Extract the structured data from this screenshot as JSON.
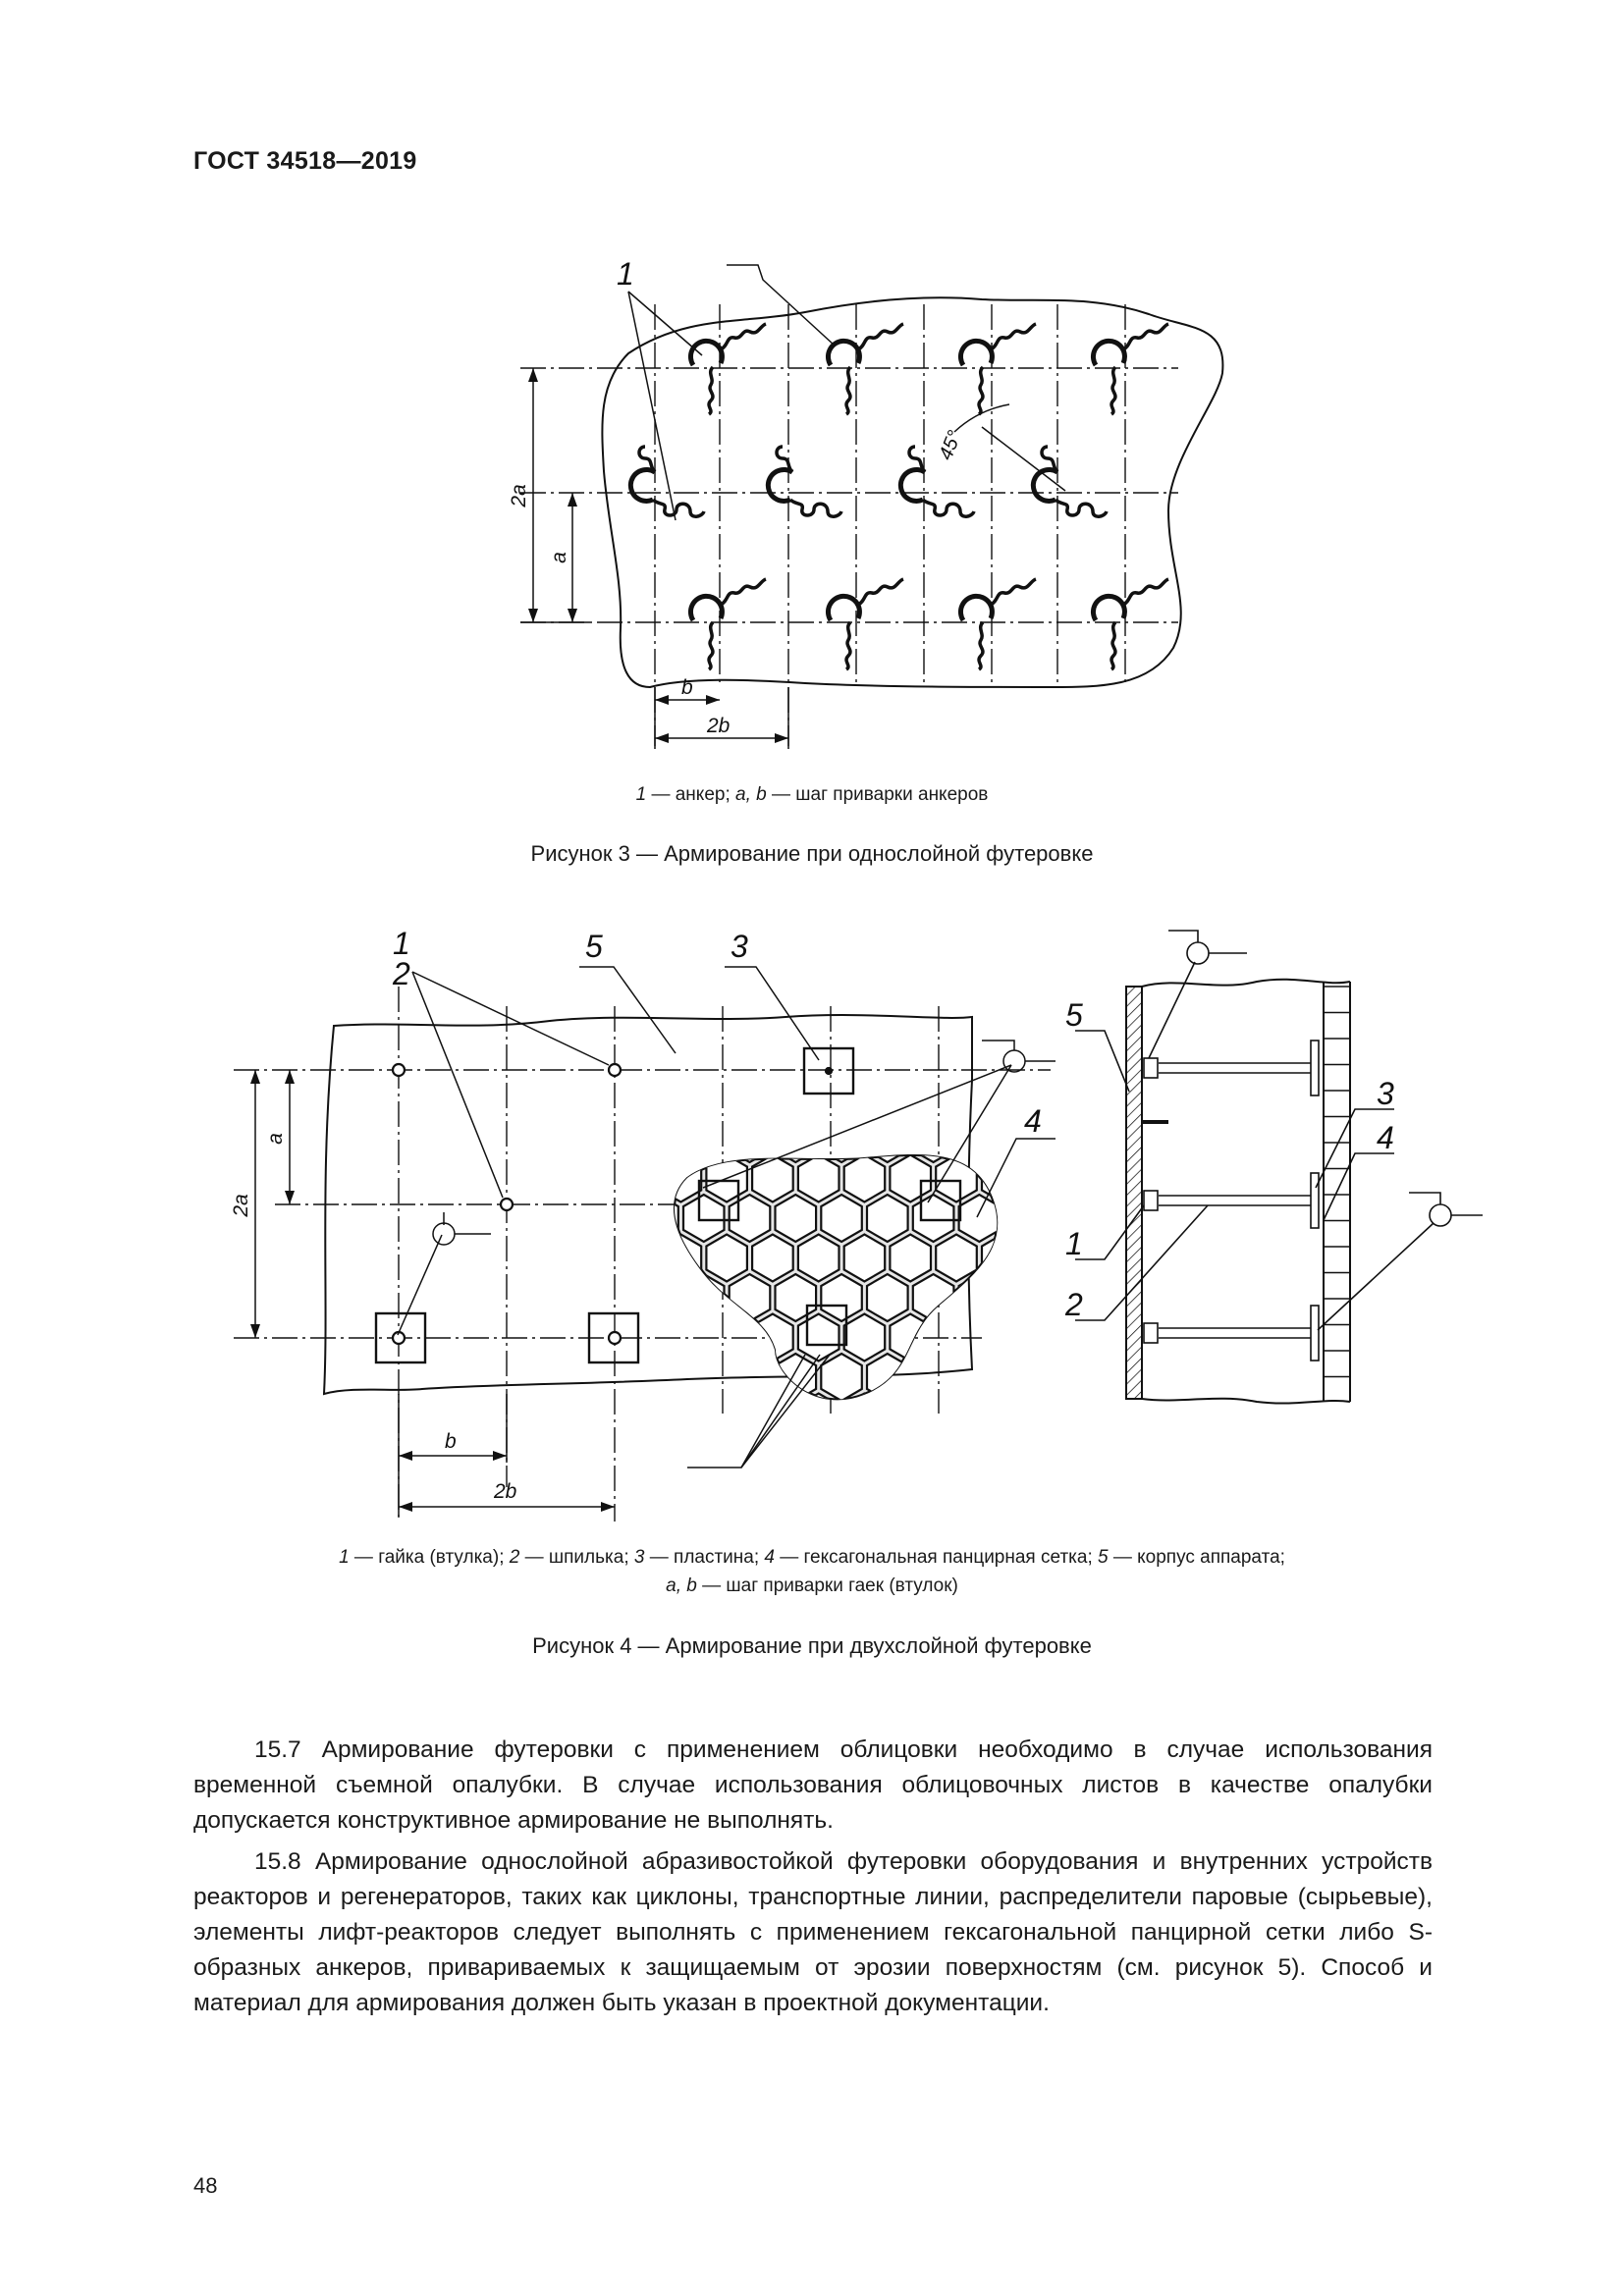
{
  "header": {
    "standard": "ГОСТ 34518—2019"
  },
  "figure3": {
    "labels": {
      "callout_1": "1",
      "dim_2a": "2a",
      "dim_a": "a",
      "dim_b": "b",
      "dim_2b": "2b",
      "angle": "45°"
    },
    "legend": [
      {
        "text": "1",
        "italic": true
      },
      {
        "text": " — анкер; ",
        "italic": false
      },
      {
        "text": "a, b",
        "italic": true
      },
      {
        "text": " — шаг приварки анкеров",
        "italic": false
      }
    ],
    "caption": "Рисунок 3 — Армирование при однослойной футеровке"
  },
  "figure4": {
    "labels": {
      "c1": "1",
      "c2": "2",
      "c5": "5",
      "c3": "3",
      "c4": "4",
      "dim_a": "a",
      "dim_2a": "2a",
      "dim_b": "b",
      "dim_2b": "2b",
      "side_5": "5",
      "side_3": "3",
      "side_4": "4",
      "side_1": "1",
      "side_2": "2"
    },
    "legend_line1": [
      {
        "text": "1",
        "italic": true
      },
      {
        "text": " — гайка (втулка); ",
        "italic": false
      },
      {
        "text": "2",
        "italic": true
      },
      {
        "text": " — шпилька; ",
        "italic": false
      },
      {
        "text": "3",
        "italic": true
      },
      {
        "text": " — пластина; ",
        "italic": false
      },
      {
        "text": "4",
        "italic": true
      },
      {
        "text": " — гексагональная панцирная сетка; ",
        "italic": false
      },
      {
        "text": "5",
        "italic": true
      },
      {
        "text": " — корпус аппарата;",
        "italic": false
      }
    ],
    "legend_line2": [
      {
        "text": "a, b",
        "italic": true
      },
      {
        "text": " — шаг приварки гаек (втулок)",
        "italic": false
      }
    ],
    "caption": "Рисунок 4 — Армирование при двухслойной футеровке"
  },
  "paragraphs": [
    "15.7 Армирование футеровки с применением облицовки необходимо в случае использования временной съемной опалубки. В случае использования облицовочных листов в качестве опалубки допускается конструктивное армирование не выполнять.",
    "15.8 Армирование однослойной абразивостойкой футеровки оборудования и внутренних устройств реакторов и регенераторов, таких как циклоны, транспортные линии, распределители паровые (сырьевые), элементы лифт-реакторов следует выполнять с применением гексагональной панцирной сетки либо S-образных анкеров, привариваемых к защищаемым от эрозии поверхностям (см. рисунок 5). Способ и материал для армирования должен быть указан в проектной документации."
  ],
  "page_number": "48"
}
